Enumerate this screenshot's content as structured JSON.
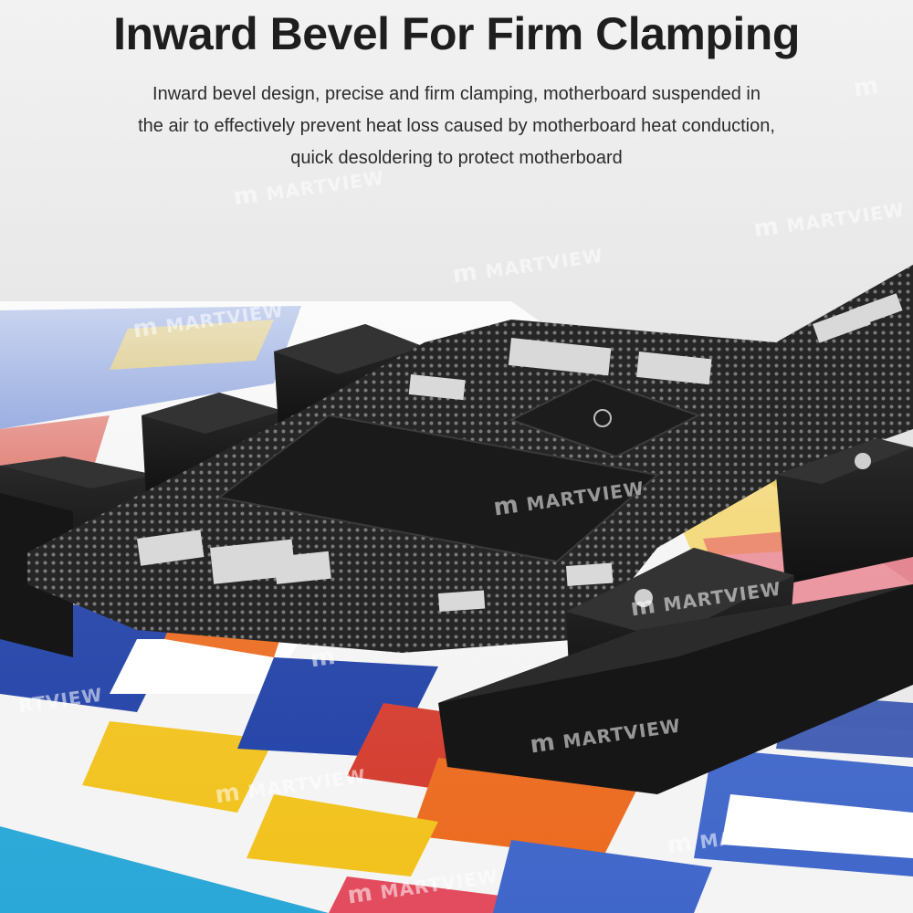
{
  "headline": "Inward Bevel For Firm Clamping",
  "description": [
    "Inward bevel design, precise and firm clamping, motherboard suspended in",
    "the air to effectively prevent heat loss caused by motherboard heat conduction,",
    "quick desoldering to protect motherboard"
  ],
  "watermark": {
    "logo": "m",
    "text": "MARTVIEW",
    "partial_text": "RTVIEW"
  },
  "colors": {
    "board": "#262626",
    "clamp": "#1b1b1b",
    "base_blue": "#1f3fa6",
    "base_red": "#d33a2c",
    "base_yellow": "#f2c21c",
    "base_orange": "#ec6a1e",
    "frame_cyan": "#2aa8d8"
  }
}
